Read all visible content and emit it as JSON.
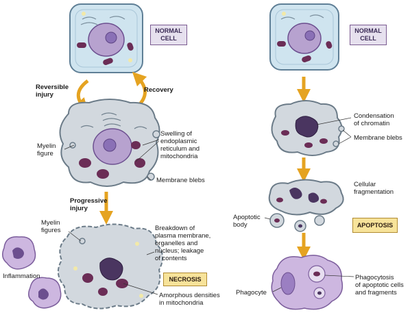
{
  "colors": {
    "cell_normal_fill": "#cfe4ef",
    "cell_normal_stroke": "#5f7f96",
    "cell_grey_fill": "#d2d8de",
    "cell_grey_stroke": "#6b7b88",
    "nucleus_fill": "#b7a2cf",
    "nucleus_stroke": "#6c4f8f",
    "nucleolus_fill": "#8a70b6",
    "mito_fill": "#6b2d56",
    "phagocyte_fill": "#cdb7e0",
    "arrow": "#e5a321",
    "label_box": "#e6e0ee",
    "highlight_box": "#f7e39a"
  },
  "labels": {
    "normal_cell_left": "NORMAL\nCELL",
    "normal_cell_right": "NORMAL\nCELL",
    "reversible_injury": "Reversible\ninjury",
    "recovery": "Recovery",
    "myelin_figure": "Myelin\nfigure",
    "swelling": "Swelling of\nendoplasmic\nreticulum and\nmitochondria",
    "membrane_blebs_left": "Membrane blebs",
    "progressive_injury": "Progressive\ninjury",
    "myelin_figures": "Myelin\nfigures",
    "breakdown": "Breakdown of\nplasma membrane,\norganelles and\nnucleus; leakage\nof contents",
    "inflammation": "Inflammation",
    "necrosis": "NECROSIS",
    "amorphous": "Amorphous densities\nin mitochondria",
    "condensation": "Condensation\nof chromatin",
    "membrane_blebs_right": "Membrane blebs",
    "fragmentation": "Cellular\nfragmentation",
    "apoptotic_body": "Apoptotic\nbody",
    "apoptosis": "APOPTOSIS",
    "phagocyte": "Phagocyte",
    "phagocytosis": "Phagocytosis\nof apoptotic cells\nand fragments"
  }
}
